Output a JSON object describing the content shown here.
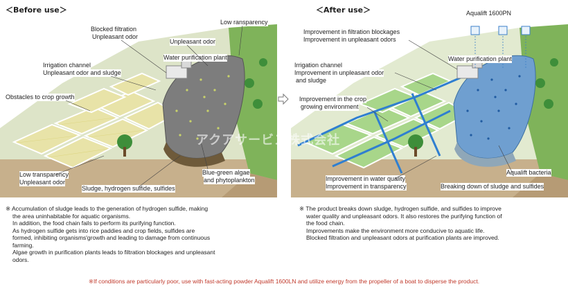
{
  "left": {
    "title": "＜Before use＞",
    "labels": {
      "blocked_filtration": "Blocked filtration",
      "unpleasant_odor_1": "Unpleasant odor",
      "low_transparency_top": "Low ransparency",
      "unpleasant_odor_2": "Unpleasant odor",
      "water_plant": "Water purification plant",
      "irrigation": "Irrigation channel",
      "irrigation_sub": "Unpleasant odor and sludge",
      "obstacles": "Obstacles to crop growth",
      "low_transparency_bottom": "Low transparency",
      "unpleasant_odor_3": "Unpleasant odor",
      "sludge": "Sludge, hydrogen sulfide, sulfides",
      "algae_1": "Blue-green algae",
      "algae_2": "and phytoplankton"
    },
    "notes": [
      "※ Accumulation of sludge leads to the generation of hydrogen sulfide, making",
      "the area uninhabitable for aquatic organisms.",
      "In addition, the food chain fails to perform its purifying function.",
      "As hydrogen sulfide gets into rice paddies and crop fields, sulfides are",
      "formed, inhibiting organisms'growth and leading to damage from continuous",
      "farming.",
      "Algae growth in purification plants leads to filtration blockages and unpleasant",
      "odors."
    ]
  },
  "right": {
    "title": "＜After use＞",
    "labels": {
      "product": "Aqualift 1600PN",
      "filtration_1": "Improvement in filtration blockages",
      "filtration_2": "Improvement in unpleasant odors",
      "water_plant": "Water purification plant",
      "irrigation": "Irrigation channel",
      "irrigation_sub1": "Improvement in unpleasant odor",
      "irrigation_sub2": "and sludge",
      "crop_1": "Improvement in the crop",
      "crop_2": "growing environment",
      "water_quality": "Improvement in water quality",
      "transparency": "Improvement in transparency",
      "bacteria": "Aqualift bacteria",
      "breaking": "Breaking down of sludge and sulfides"
    },
    "notes": [
      "※ The product breaks down sludge, hydrogen sulfide, and sulfides to improve",
      "water quality and unpleasant odors. It also restores the purifying function of",
      "the food chain.",
      "Improvements make the environment more conducive to aquatic life.",
      "Blocked filtration and unpleasant odors at purification plants are improved."
    ]
  },
  "watermark": "アクアサービス株式会社",
  "footer": "※If conditions are particularly poor, use with fast-acting powder Aqualift 1600LN and utilize energy from the propeller of a boat to disperse the product.",
  "colors": {
    "before_water": "#7d7d7d",
    "after_water": "#6f9fd0",
    "channel_after": "#2f7fd0",
    "footer": "#c0392b"
  }
}
